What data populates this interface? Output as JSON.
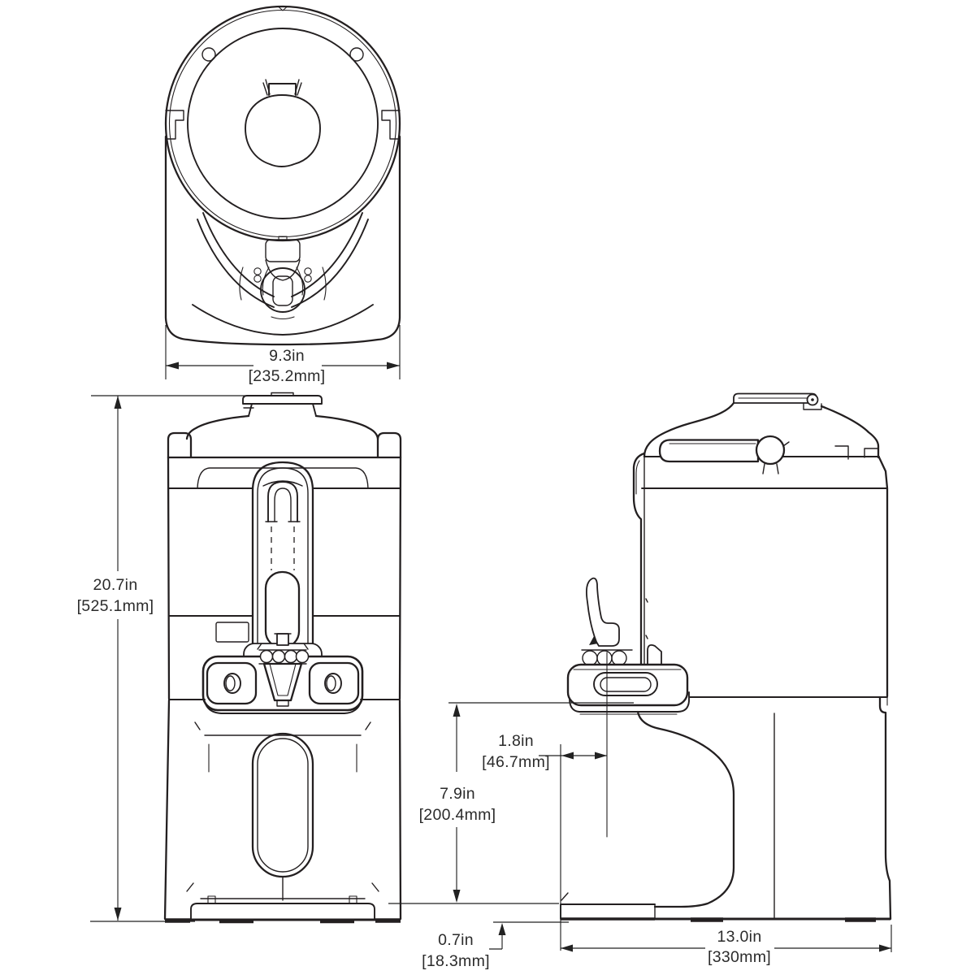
{
  "colors": {
    "background": "#ffffff",
    "line": "#231f20",
    "dimension_text": "#2b2b2b"
  },
  "dims": {
    "top_width": {
      "in": "9.3in",
      "mm": "[235.2mm]"
    },
    "overall_height": {
      "in": "20.7in",
      "mm": "[525.1mm]"
    },
    "spout_offset": {
      "in": "1.8in",
      "mm": "[46.7mm]"
    },
    "base_height": {
      "in": "7.9in",
      "mm": "[200.4mm]"
    },
    "foot_height": {
      "in": "0.7in",
      "mm": "[18.3mm]"
    },
    "overall_depth": {
      "in": "13.0in",
      "mm": "[330mm]"
    }
  }
}
